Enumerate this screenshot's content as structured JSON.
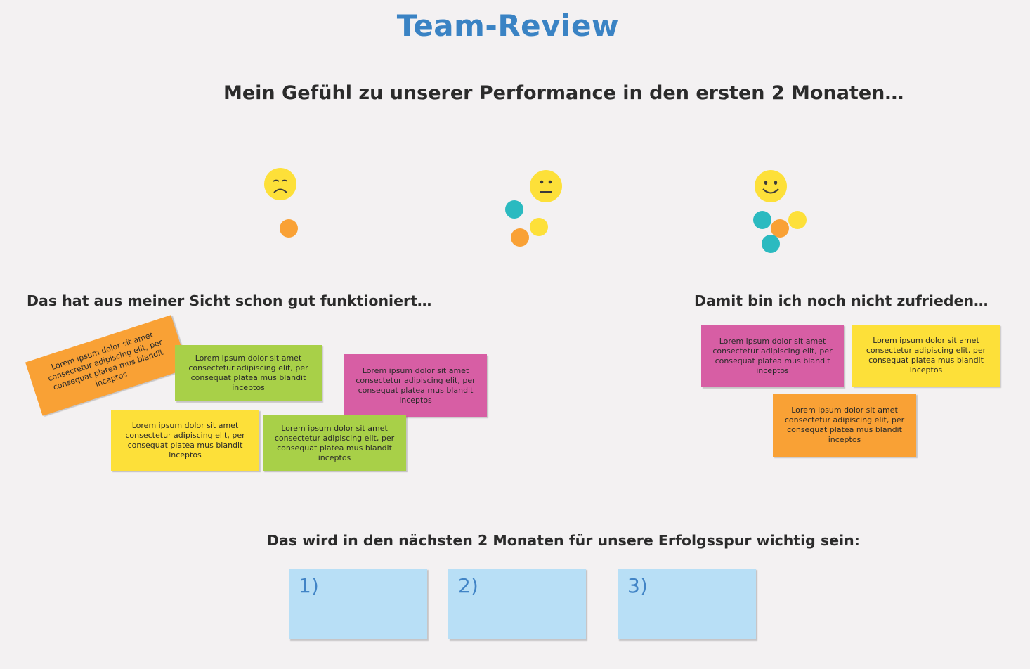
{
  "title": "Team-Review",
  "subtitle": "Mein Gefühl zu unserer Performance in den ersten 2 Monaten…",
  "moods": [
    {
      "name": "sad",
      "icon": "sad-face-icon"
    },
    {
      "name": "neutral",
      "icon": "neutral-face-icon"
    },
    {
      "name": "happy",
      "icon": "happy-face-icon"
    }
  ],
  "vote_colors": {
    "orange": "#f9a135",
    "teal": "#2bbac0",
    "yellow": "#fde039"
  },
  "votes": {
    "sad": [
      "orange"
    ],
    "neutral": [
      "teal",
      "yellow",
      "orange"
    ],
    "happy": [
      "teal",
      "yellow",
      "orange",
      "teal"
    ]
  },
  "left_section": {
    "heading": "Das hat aus meiner Sicht schon gut funktioniert…",
    "notes": [
      {
        "text": "Lorem ipsum dolor sit amet consectetur adipiscing elit, per consequat platea mus blandit inceptos",
        "color": "#f9a135"
      },
      {
        "text": "Lorem ipsum dolor sit amet consectetur adipiscing elit, per consequat platea mus blandit inceptos",
        "color": "#a8d048"
      },
      {
        "text": "Lorem ipsum dolor sit amet consectetur adipiscing elit, per consequat platea mus blandit inceptos",
        "color": "#d75ea4"
      },
      {
        "text": "Lorem ipsum dolor sit amet consectetur adipiscing elit, per consequat platea mus blandit inceptos",
        "color": "#fde039"
      },
      {
        "text": "Lorem ipsum dolor sit amet consectetur adipiscing elit, per consequat platea mus blandit inceptos",
        "color": "#a8d048"
      }
    ]
  },
  "right_section": {
    "heading": "Damit bin ich noch nicht zufrieden…",
    "notes": [
      {
        "text": "Lorem ipsum dolor sit amet consectetur adipiscing elit, per consequat platea mus blandit inceptos",
        "color": "#d75ea4"
      },
      {
        "text": "Lorem ipsum dolor sit amet consectetur adipiscing elit, per consequat platea mus blandit inceptos",
        "color": "#fde039"
      },
      {
        "text": "Lorem ipsum dolor sit amet consectetur adipiscing elit, per consequat platea mus blandit inceptos",
        "color": "#f9a135"
      }
    ]
  },
  "bottom_section": {
    "heading": "Das wird in den nächsten 2 Monaten für unsere Erfolgsspur wichtig sein:",
    "notes": [
      {
        "label": "1)",
        "color": "#b8dff6"
      },
      {
        "label": "2)",
        "color": "#b8dff6"
      },
      {
        "label": "3)",
        "color": "#b8dff6"
      }
    ]
  }
}
